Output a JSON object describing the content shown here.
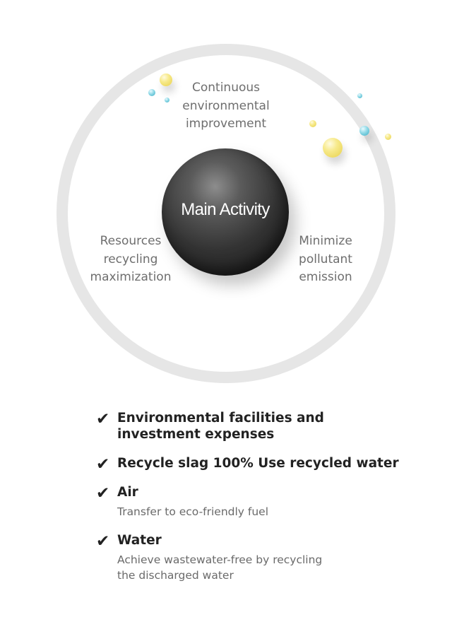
{
  "diagram": {
    "center_label": "Main Activity",
    "top_label": [
      "Continuous",
      "environmental",
      "improvement"
    ],
    "left_label": [
      "Resources",
      "recycling",
      "maximization"
    ],
    "right_label": [
      "Minimize",
      "pollutant",
      "emission"
    ],
    "colors": {
      "ring": "#e6e6e6",
      "core": "#2e2e2e",
      "label": "#6e6e6e",
      "yellow_sphere": "#f1df6a",
      "blue_sphere": "#5cc2d6"
    }
  },
  "checklist": {
    "check_glyph": "✔",
    "items": [
      {
        "title": [
          "Environmental facilities and",
          "investment expenses"
        ],
        "desc": []
      },
      {
        "title": [
          "Recycle slag 100% Use recycled water"
        ],
        "desc": []
      },
      {
        "title": [
          "Air"
        ],
        "desc": [
          "Transfer to eco-friendly fuel"
        ]
      },
      {
        "title": [
          "Water"
        ],
        "desc": [
          "Achieve wastewater-free by recycling",
          "the discharged water"
        ]
      }
    ]
  }
}
